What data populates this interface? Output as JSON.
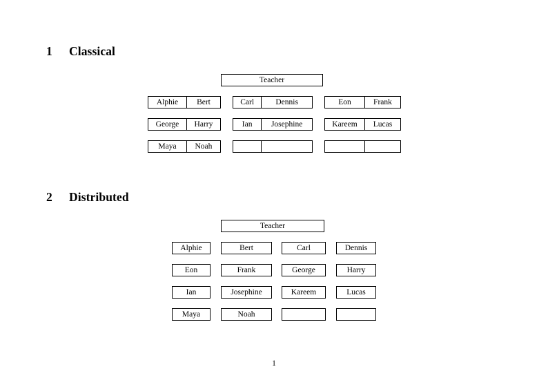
{
  "document": {
    "page_number": "1",
    "sections": [
      {
        "number": "1",
        "title": "Classical",
        "root_label": "Teacher",
        "layout": "grouped-pairs",
        "groups": [
          {
            "group_index": 1,
            "rows": [
              {
                "left": "Alphie",
                "right": "Bert"
              },
              {
                "left": "George",
                "right": "Harry"
              },
              {
                "left": "Maya",
                "right": "Noah"
              }
            ]
          },
          {
            "group_index": 2,
            "rows": [
              {
                "left": "Carl",
                "right": "Dennis"
              },
              {
                "left": "Ian",
                "right": "Josephine"
              },
              {
                "left": "",
                "right": ""
              }
            ]
          },
          {
            "group_index": 3,
            "rows": [
              {
                "left": "Eon",
                "right": "Frank"
              },
              {
                "left": "Kareem",
                "right": "Lucas"
              },
              {
                "left": "",
                "right": ""
              }
            ]
          }
        ]
      },
      {
        "number": "2",
        "title": "Distributed",
        "root_label": "Teacher",
        "layout": "flat-grid",
        "rows": [
          [
            "Alphie",
            "Bert",
            "Carl",
            "Dennis"
          ],
          [
            "Eon",
            "Frank",
            "George",
            "Harry"
          ],
          [
            "Ian",
            "Josephine",
            "Kareem",
            "Lucas"
          ],
          [
            "Maya",
            "Noah",
            "",
            ""
          ]
        ]
      }
    ]
  },
  "style": {
    "border_color": "#000000",
    "text_color": "#000000",
    "background_color": "#ffffff"
  }
}
